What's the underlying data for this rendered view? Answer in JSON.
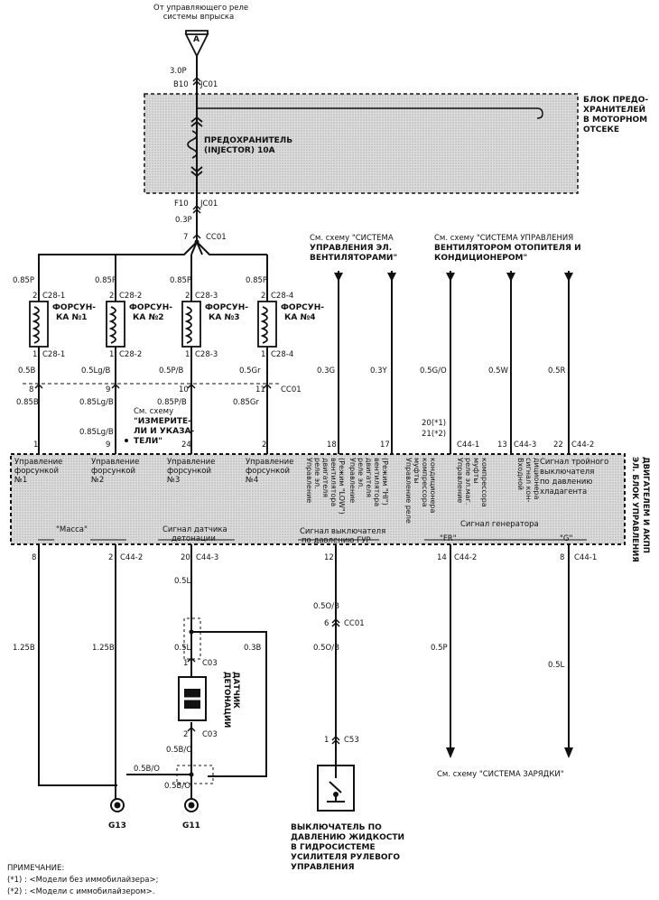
{
  "source": {
    "line1": "От управляющего реле",
    "line2": "системы впрыска",
    "connector": "A"
  },
  "top": {
    "wire": "3.0P",
    "pin": "B10",
    "conn": "JC01"
  },
  "fuse_box": {
    "line1": "БЛОК ПРЕДО-",
    "line2": "ХРАНИТЕЛЕЙ",
    "line3": "В МОТОРНОМ",
    "line4": "ОТСЕКЕ"
  },
  "fuse": {
    "line1": "ПРЕДОХРАНИТЕЛЬ",
    "line2": "(INJECTOR) 10A"
  },
  "below_fuse": {
    "pin": "F10",
    "conn": "JC01",
    "wire": "0.3P"
  },
  "splice": {
    "pin": "7",
    "conn": "CC01"
  },
  "injectors": [
    {
      "wire_top": "0.85P",
      "pin_top": "2",
      "conn": "C28-1",
      "label1": "ФОРСУН-",
      "label2": "КА №1",
      "pin_bot": "1",
      "conn_bot": "C28-1",
      "wire1": "0.5B",
      "pin_cc": "8",
      "wire2": "0.85B",
      "pin_ecu": "1"
    },
    {
      "wire_top": "0.85P",
      "pin_top": "2",
      "conn": "C28-2",
      "label1": "ФОРСУН-",
      "label2": "КА №2",
      "pin_bot": "1",
      "conn_bot": "C28-2",
      "wire1": "0.5Lg/B",
      "pin_cc": "9",
      "wire2": "0.85Lg/B",
      "pin_ecu": "9"
    },
    {
      "wire_top": "0.85P",
      "pin_top": "2",
      "conn": "C28-3",
      "label1": "ФОРСУН-",
      "label2": "КА №3",
      "pin_bot": "1",
      "conn_bot": "C28-3",
      "wire1": "0.5P/B",
      "pin_cc": "10",
      "wire2": "0.85P/B",
      "pin_ecu": "24"
    },
    {
      "wire_top": "0.85P",
      "pin_top": "2",
      "conn": "C28-4",
      "label1": "ФОРСУН-",
      "label2": "КА №4",
      "pin_bot": "1",
      "conn_bot": "C28-4",
      "wire1": "0.5Gr",
      "pin_cc": "11",
      "wire2": "0.85Gr",
      "pin_ecu": "2"
    }
  ],
  "cc01_right": "CC01",
  "see_meter": {
    "line1": "См. схему",
    "line2": "\"ИЗМЕРИТЕ-",
    "line3": "ЛИ И УКАЗА-",
    "line4": "ТЕЛИ\"",
    "wire": "0.85Lg/B"
  },
  "ref_fan": {
    "line1": "См. схему \"СИСТЕМА",
    "line2": "УПРАВЛЕНИЯ ЭЛ.",
    "line3": "ВЕНТИЛЯТОРАМИ\""
  },
  "ref_ac": {
    "line1": "См. схему \"СИСТЕМА УПРАВЛЕНИЯ",
    "line2": "ВЕНТИЛЯТОРОМ ОТОПИТЕЛЯ И",
    "line3": "КОНДИЦИОНЕРОМ\""
  },
  "right_wires": [
    "0.3G",
    "0.3Y",
    "0.5G/O",
    "0.5W",
    "0.5R"
  ],
  "right_pins": {
    "p18": "18",
    "p17": "17",
    "p20": "20(*1)",
    "p21": "21(*2)",
    "c44_1": "C44-1",
    "p13": "13",
    "c44_3": "C44-3",
    "p22": "22",
    "c44_2": "C44-2"
  },
  "ecu": {
    "line1": "ЭЛ. БЛОК УПРАВЛЕНИЯ",
    "line2": "ДВИГАТЕЛЕМ И АКПП"
  },
  "ecu_inj_labels": [
    [
      "Управление",
      "форсункой",
      "№1"
    ],
    [
      "Управление",
      "форсункой",
      "№2"
    ],
    [
      "Управление",
      "форсункой",
      "№3"
    ],
    [
      "Управление",
      "форсункой",
      "№4"
    ]
  ],
  "ecu_vert_labels": [
    [
      "Управление",
      "реле эл.",
      "двигателя",
      "вентилятора",
      "(Режим \"LOW\")"
    ],
    [
      "Управление",
      "реле эл.",
      "двигателя",
      "вентилятора",
      "(Режим \"HI\")"
    ],
    [
      "Управление реле",
      "муфты",
      "компрессора",
      "кондиционера"
    ],
    [
      "Управление",
      "реле эл.маг.",
      "муфты",
      "компрессора"
    ],
    [
      "Входной",
      "сигнал кон-",
      "диционера"
    ]
  ],
  "ecu_triple": {
    "line1": "Сигнал тройного",
    "line2": "выключателя",
    "line3": "по давлению",
    "line4": "хладагента"
  },
  "ecu_bottom": {
    "massa": "\"Масса\"",
    "knock1": "Сигнал датчика",
    "knock2": "детонации",
    "ps1": "Сигнал выключателя",
    "ps2": "по давлению ГУР",
    "gen": "Сигнал генератора",
    "fr": "\"FR\"",
    "g": "\"G\""
  },
  "lower_pins": {
    "p8": "8",
    "p2": "2",
    "c44_2a": "C44-2",
    "p20": "20",
    "c44_3": "C44-3",
    "p12": "12",
    "p14": "14",
    "c44_2b": "C44-2",
    "p8b": "8",
    "c44_1": "C44-1"
  },
  "lower_wires": {
    "w125a": "1.25B",
    "w125b": "1.25B",
    "w05l": "0.5L",
    "w05l2": "0.5L",
    "w03b": "0.3B",
    "w05ob": "0.5O/B",
    "w05ob2": "0.5O/B",
    "w05p": "0.5P",
    "w05l3": "0.5L",
    "w05bo1": "0.5B/O",
    "w05bo2": "0.5B/O",
    "w05bo3": "0.5B/O"
  },
  "cc01_mid": {
    "pin": "6",
    "conn": "CC01"
  },
  "knock_sensor": {
    "pin1": "1",
    "c03a": "C03",
    "pin2": "2",
    "c03b": "C03",
    "label1": "ДАТЧИК",
    "label2": "ДЕТОНАЦИИ"
  },
  "c53": {
    "pin": "1",
    "conn": "C53"
  },
  "grounds": {
    "g13": "G13",
    "g11": "G11"
  },
  "charging": "См. схему \"СИСТЕМА ЗАРЯДКИ\"",
  "ps_switch": {
    "line1": "ВЫКЛЮЧАТЕЛЬ ПО",
    "line2": "ДАВЛЕНИЮ ЖИДКОСТИ",
    "line3": "В ГИДРОСИСТЕМЕ",
    "line4": "УСИЛИТЕЛЯ РУЛЕВОГО",
    "line5": "УПРАВЛЕНИЯ"
  },
  "note": {
    "title": "ПРИМЕЧАНИЕ:",
    "n1": "(*1) : <Модели без иммобилайзера>;",
    "n2": "(*2) : <Модели с иммобилайзером>."
  }
}
